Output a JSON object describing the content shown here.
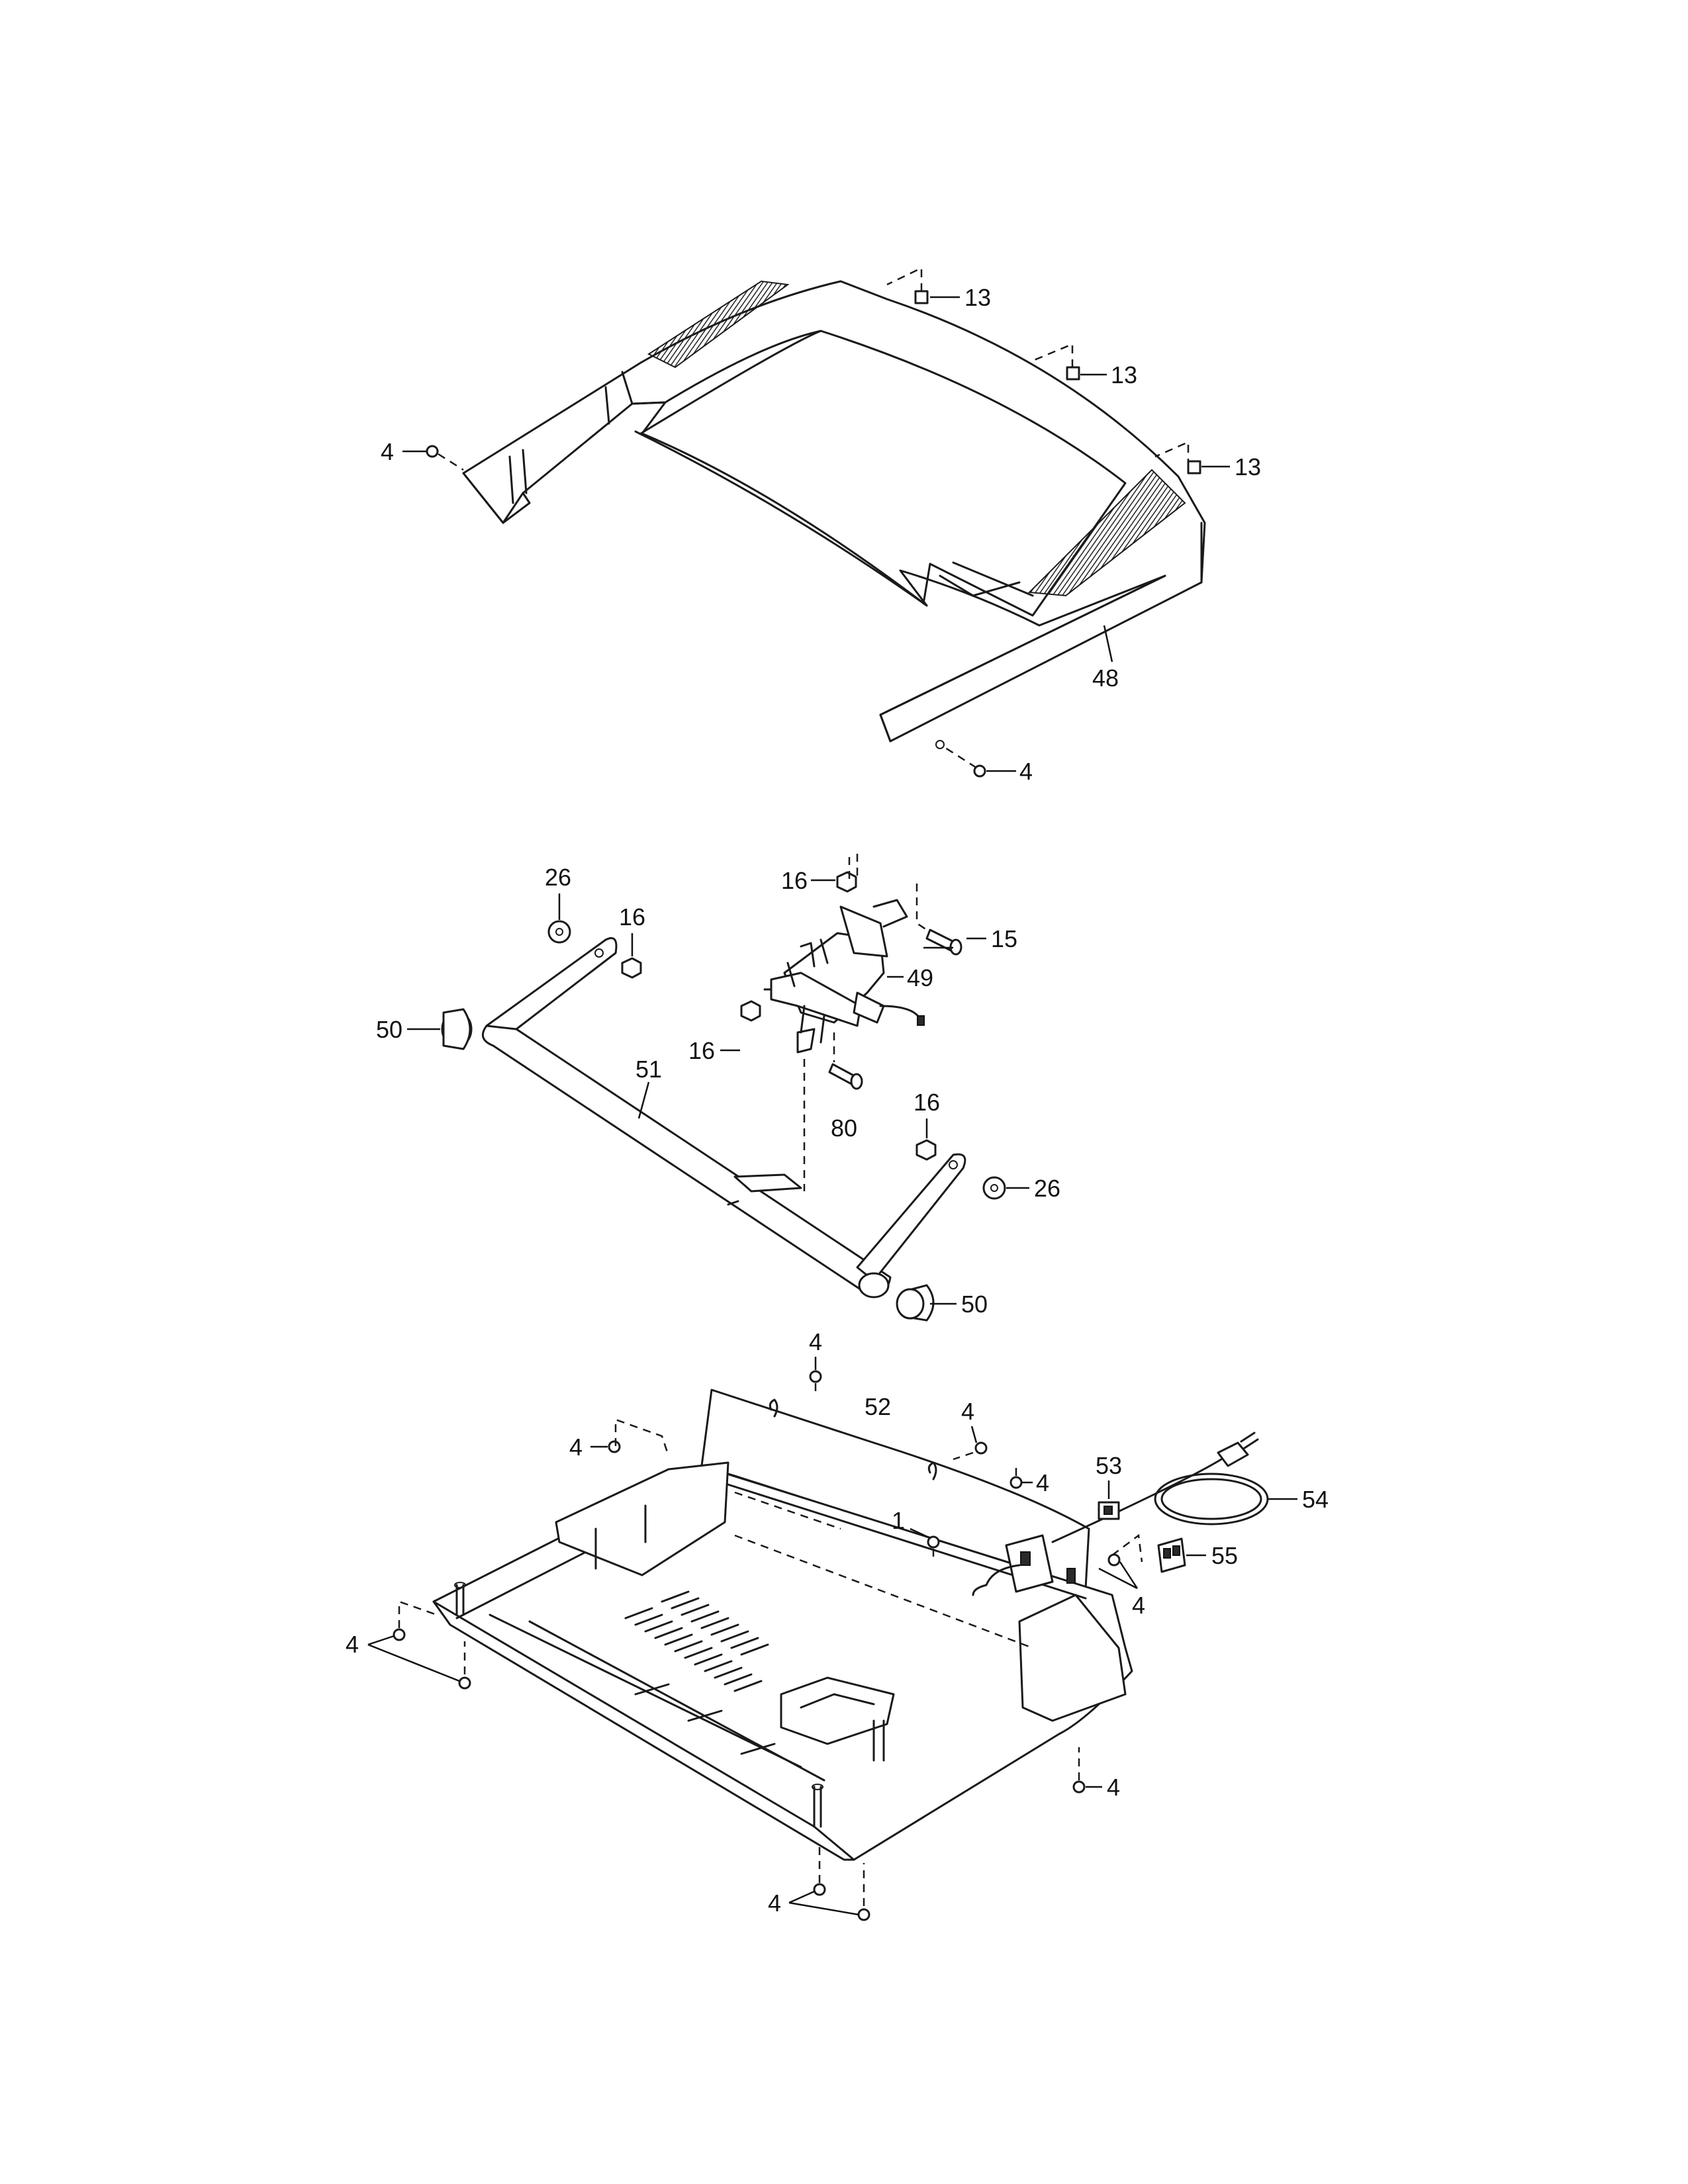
{
  "callouts": {
    "c4a": "4",
    "c13a": "13",
    "c13b": "13",
    "c13c": "13",
    "c48": "48",
    "c4b": "4",
    "c26a": "26",
    "c16a": "16",
    "c16b": "16",
    "c15": "15",
    "c49": "49",
    "c50a": "50",
    "c51": "51",
    "c16c": "16",
    "c80": "80",
    "c16d": "16",
    "c26b": "26",
    "c50b": "50",
    "c4c": "4",
    "c52": "52",
    "c4d": "4",
    "c4e": "4",
    "c4f": "4",
    "c53": "53",
    "c54": "54",
    "c1": "1",
    "c55": "55",
    "c4g": "4",
    "c4h": "4",
    "c4i": "4",
    "c4j": "4"
  }
}
